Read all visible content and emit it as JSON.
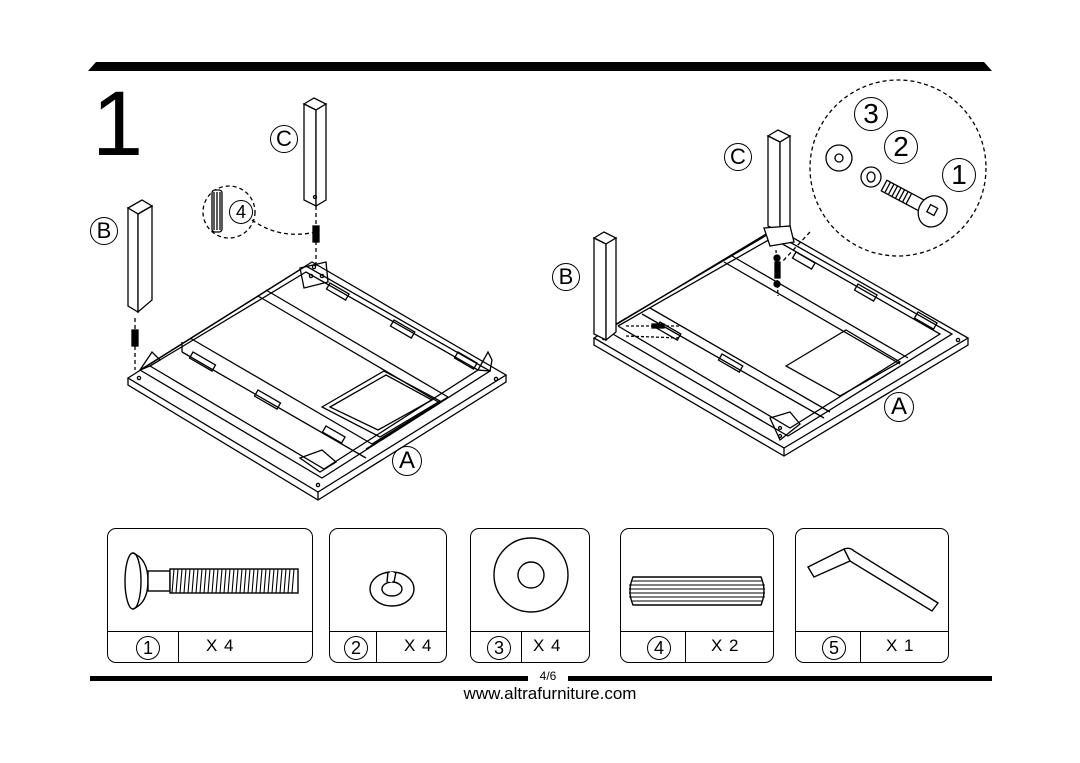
{
  "page": {
    "step_number": "1",
    "page_number": "4/6",
    "website": "www.altrafurniture.com"
  },
  "left_illustration": {
    "label_c": "C",
    "label_b": "B",
    "label_4": "4",
    "label_a": "A"
  },
  "right_illustration": {
    "label_c": "C",
    "label_b": "B",
    "label_a": "A",
    "label_1": "1",
    "label_2": "2",
    "label_3": "3"
  },
  "parts": [
    {
      "number": "1",
      "quantity": "X 4",
      "icon": "bolt-icon"
    },
    {
      "number": "2",
      "quantity": "X 4",
      "icon": "lock-washer-icon"
    },
    {
      "number": "3",
      "quantity": "X 4",
      "icon": "flat-washer-icon"
    },
    {
      "number": "4",
      "quantity": "X 2",
      "icon": "wooden-dowel-icon"
    },
    {
      "number": "5",
      "quantity": "X 1",
      "icon": "allen-key-icon"
    }
  ]
}
